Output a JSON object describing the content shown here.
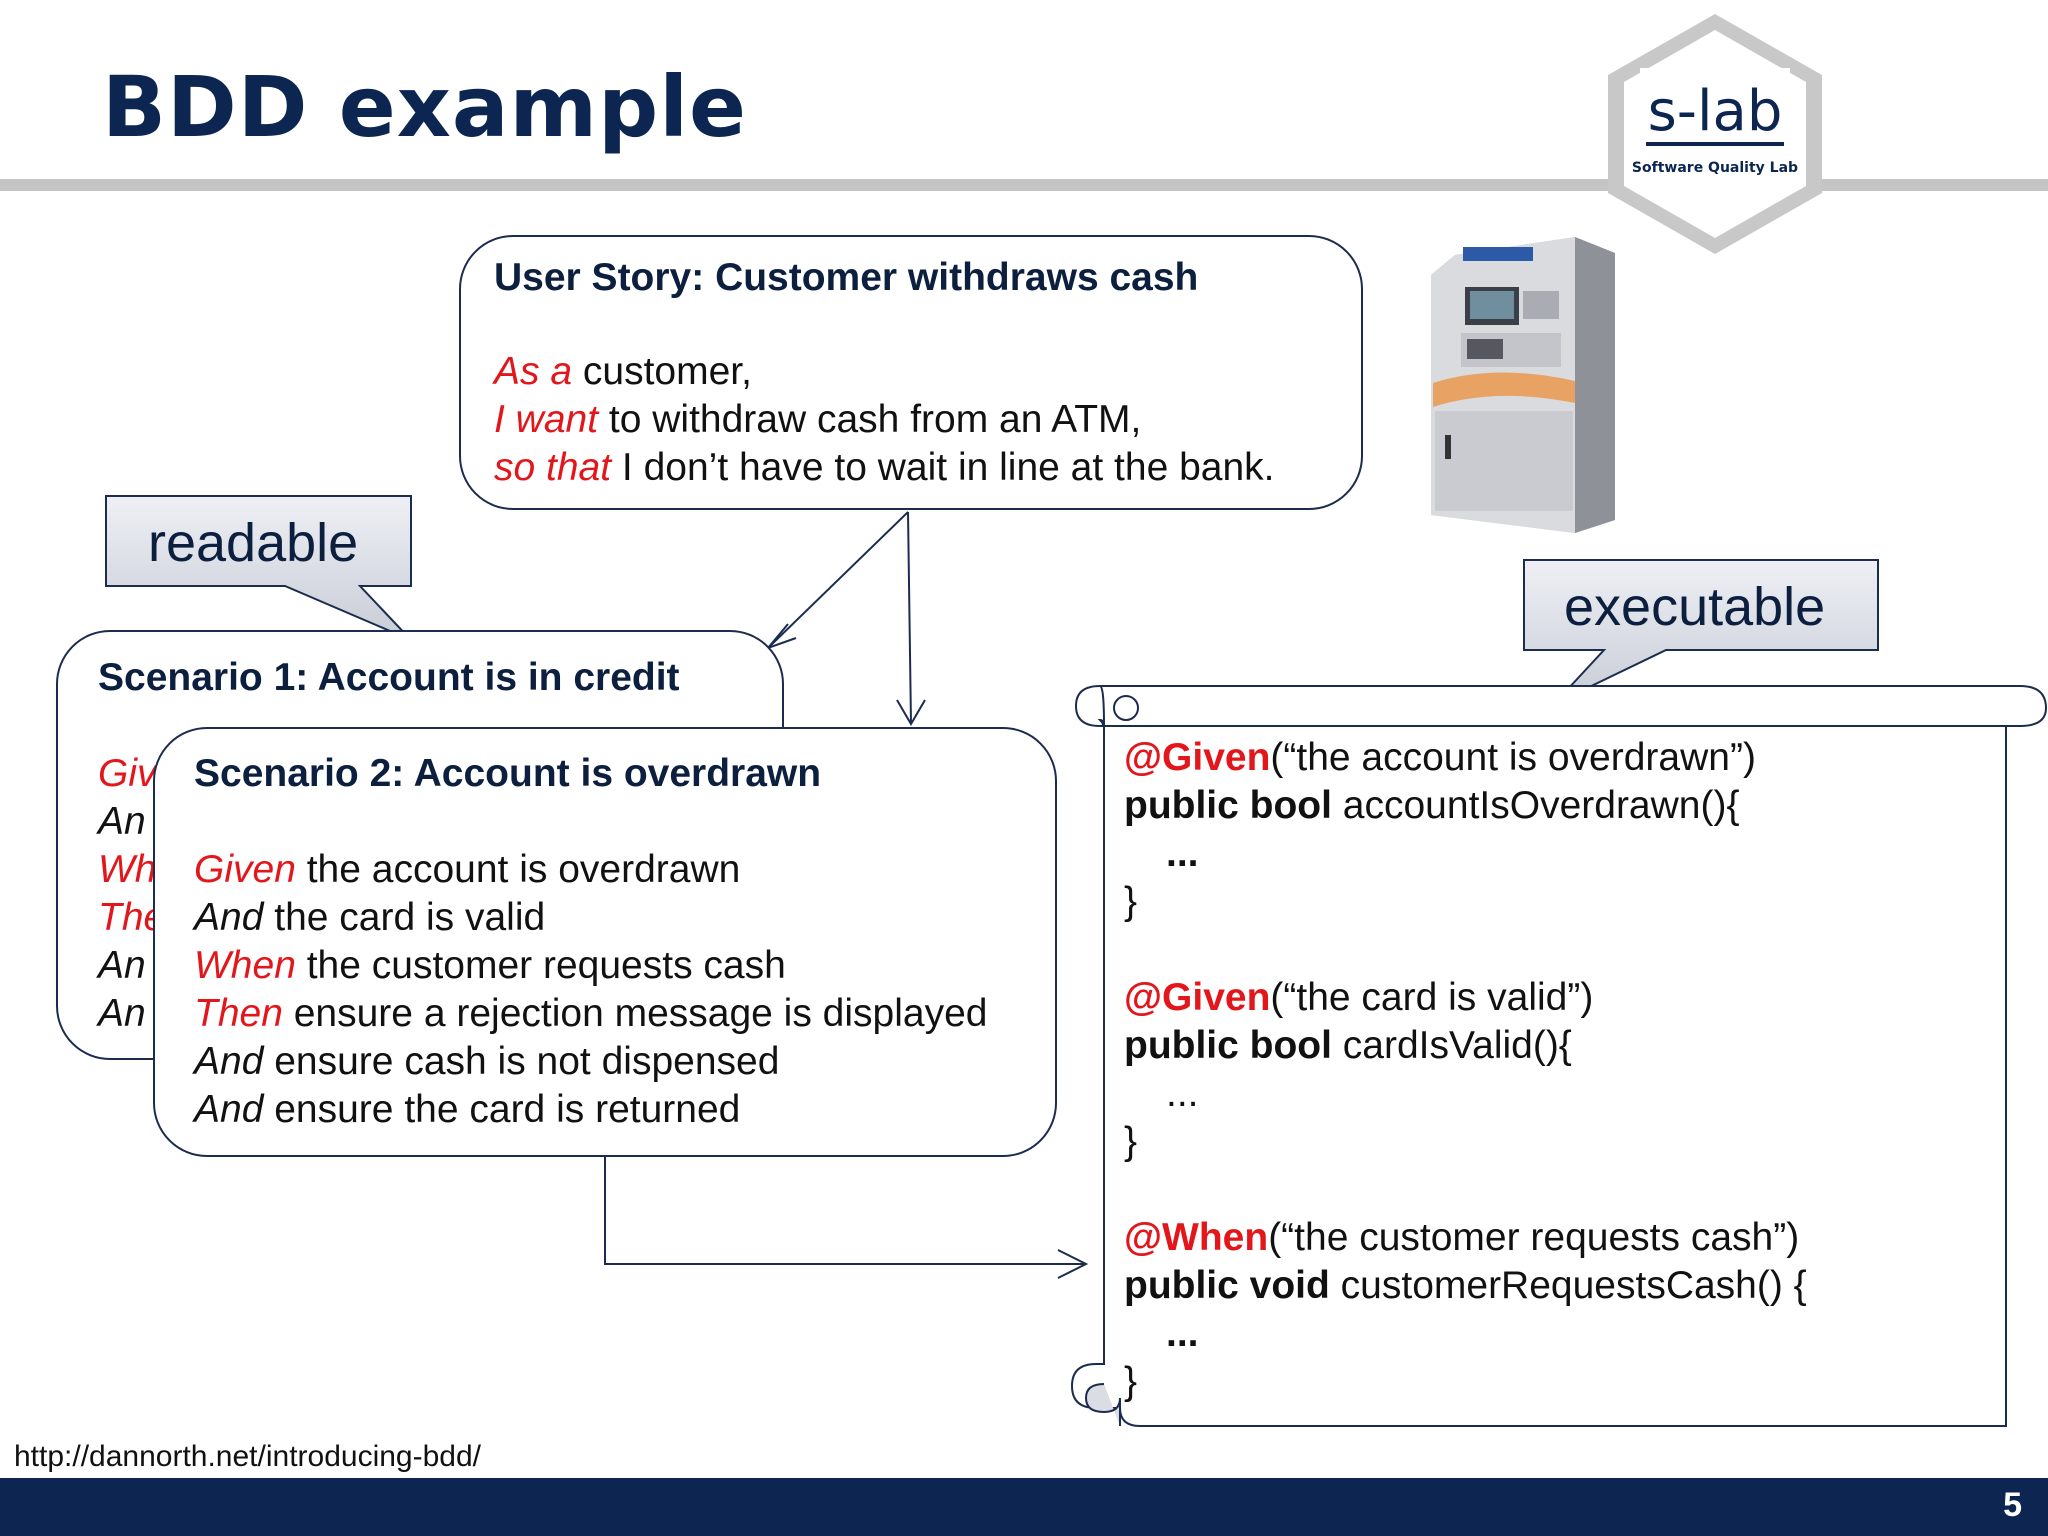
{
  "slide": {
    "title": "BDD example",
    "page_number": "5",
    "source_url": "http://dannorth.net/introducing-bdd/"
  },
  "logo": {
    "name": "s-lab",
    "tagline": "Software Quality Lab"
  },
  "user_story": {
    "heading": "User Story: Customer withdraws cash",
    "lines": [
      {
        "kw": "As a",
        "rest": " customer,"
      },
      {
        "kw": "I want",
        "rest": " to withdraw cash from an ATM,"
      },
      {
        "kw": "so that",
        "rest": " I don’t have to wait in line at the bank."
      }
    ]
  },
  "callouts": {
    "readable": "readable",
    "executable": "executable"
  },
  "scenario1": {
    "heading": "Scenario 1: Account is in credit",
    "keywords": [
      "Giv",
      "An",
      "Wh",
      "The",
      "An",
      "An"
    ]
  },
  "scenario2": {
    "heading": "Scenario 2: Account is overdrawn",
    "lines": [
      {
        "kw": "Given",
        "rest": " the account is overdrawn",
        "red": true
      },
      {
        "kw": "And",
        "rest": " the card is valid",
        "red": false
      },
      {
        "kw": "When",
        "rest": " the customer requests cash",
        "red": true
      },
      {
        "kw": "Then",
        "rest": " ensure a rejection message is displayed",
        "red": true
      },
      {
        "kw": "And",
        "rest": " ensure cash is not dispensed",
        "red": false
      },
      {
        "kw": "And",
        "rest": " ensure the card is returned",
        "red": false
      }
    ]
  },
  "code": {
    "blocks": [
      {
        "annotation": "@Given",
        "arg": "(“the account is overdrawn”)",
        "modifiers": "public bool",
        "signature": " accountIsOverdrawn(){",
        "body": "...",
        "close": "}"
      },
      {
        "annotation": "@Given",
        "arg": "(“the card is valid”)",
        "modifiers": "public bool",
        "signature": " cardIsValid(){",
        "body": "...",
        "close": "}"
      },
      {
        "annotation": "@When",
        "arg": "(“the customer requests cash”)",
        "modifiers": "public void",
        "signature": " customerRequestsCash() {",
        "body": "...",
        "close": "}"
      }
    ]
  }
}
